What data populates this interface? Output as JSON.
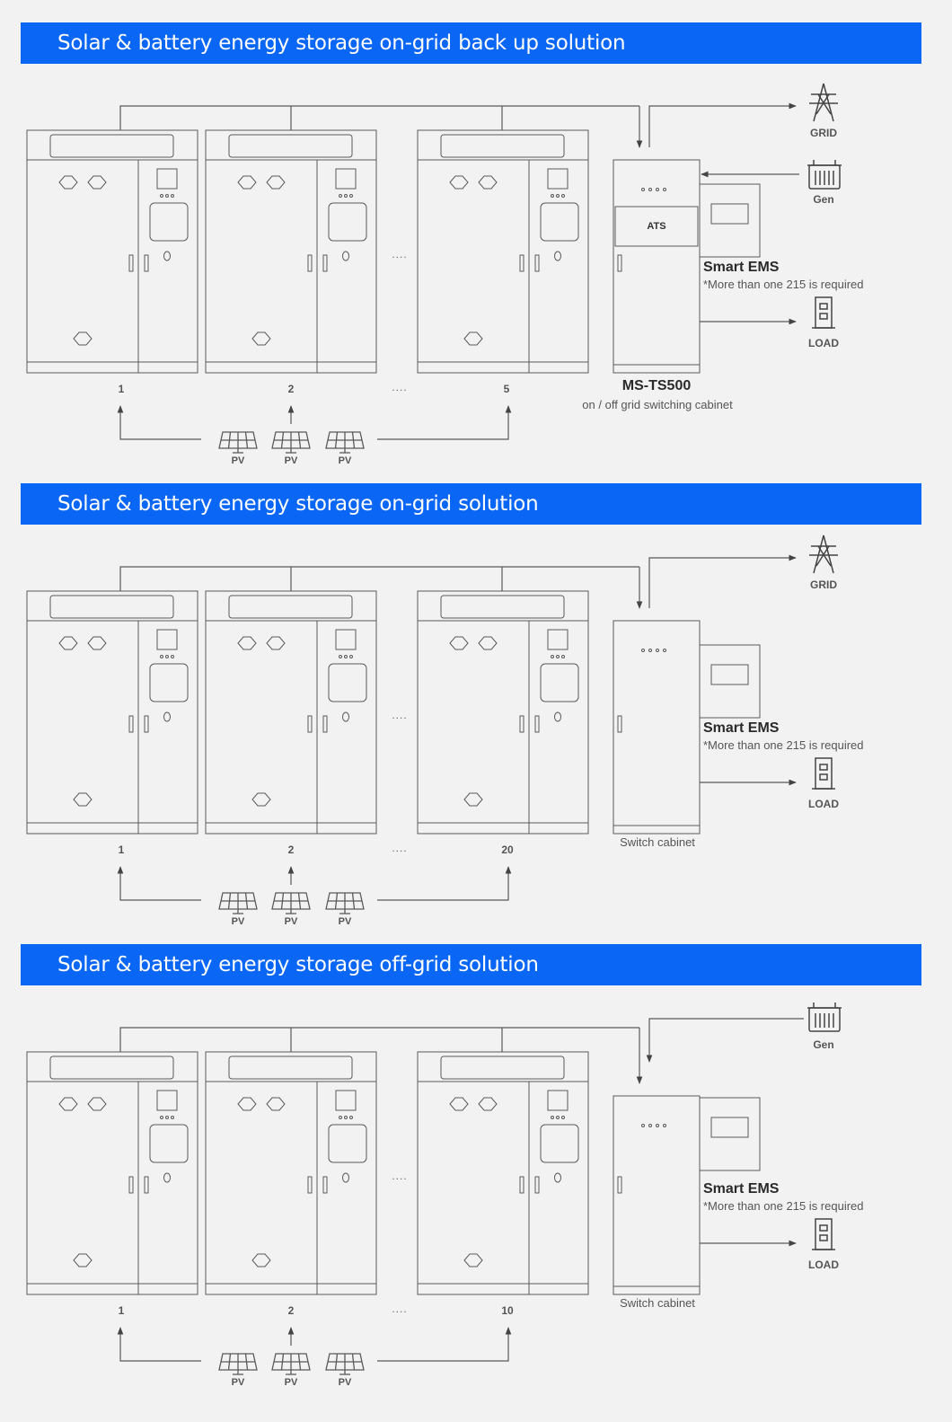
{
  "sections": [
    {
      "title": "Solar & battery energy storage on-grid back up solution",
      "cabinet_numbers": [
        "1",
        "2",
        "5"
      ],
      "ellipsis": "....",
      "sources": [
        {
          "icon": "grid-tower-icon",
          "label": "GRID"
        },
        {
          "icon": "generator-icon",
          "label": "Gen"
        }
      ],
      "switch_panel_label": "ATS",
      "ems_title": "Smart EMS",
      "ems_note": "*More than one 215 is required",
      "load_label": "LOAD",
      "switch_model": "MS-TS500",
      "switch_caption": "on / off grid switching cabinet",
      "pv_labels": [
        "PV",
        "PV",
        "PV"
      ]
    },
    {
      "title": "Solar & battery energy storage on-grid solution",
      "cabinet_numbers": [
        "1",
        "2",
        "20"
      ],
      "ellipsis": "....",
      "sources": [
        {
          "icon": "grid-tower-icon",
          "label": "GRID"
        }
      ],
      "switch_panel_label": "",
      "ems_title": "Smart EMS",
      "ems_note": "*More than one 215 is required",
      "load_label": "LOAD",
      "switch_model": "",
      "switch_caption": "Switch cabinet",
      "pv_labels": [
        "PV",
        "PV",
        "PV"
      ]
    },
    {
      "title": "Solar & battery energy storage off-grid solution",
      "cabinet_numbers": [
        "1",
        "2",
        "10"
      ],
      "ellipsis": "....",
      "sources": [
        {
          "icon": "generator-icon",
          "label": "Gen"
        }
      ],
      "switch_panel_label": "",
      "ems_title": "Smart EMS",
      "ems_note": "*More than one 215 is required",
      "load_label": "LOAD",
      "switch_model": "",
      "switch_caption": "Switch cabinet",
      "pv_labels": [
        "PV",
        "PV",
        "PV"
      ]
    }
  ],
  "colors": {
    "banner": "#0a66f5",
    "banner_text": "#ffffff",
    "line": "#555555",
    "background": "#f2f2f2"
  }
}
